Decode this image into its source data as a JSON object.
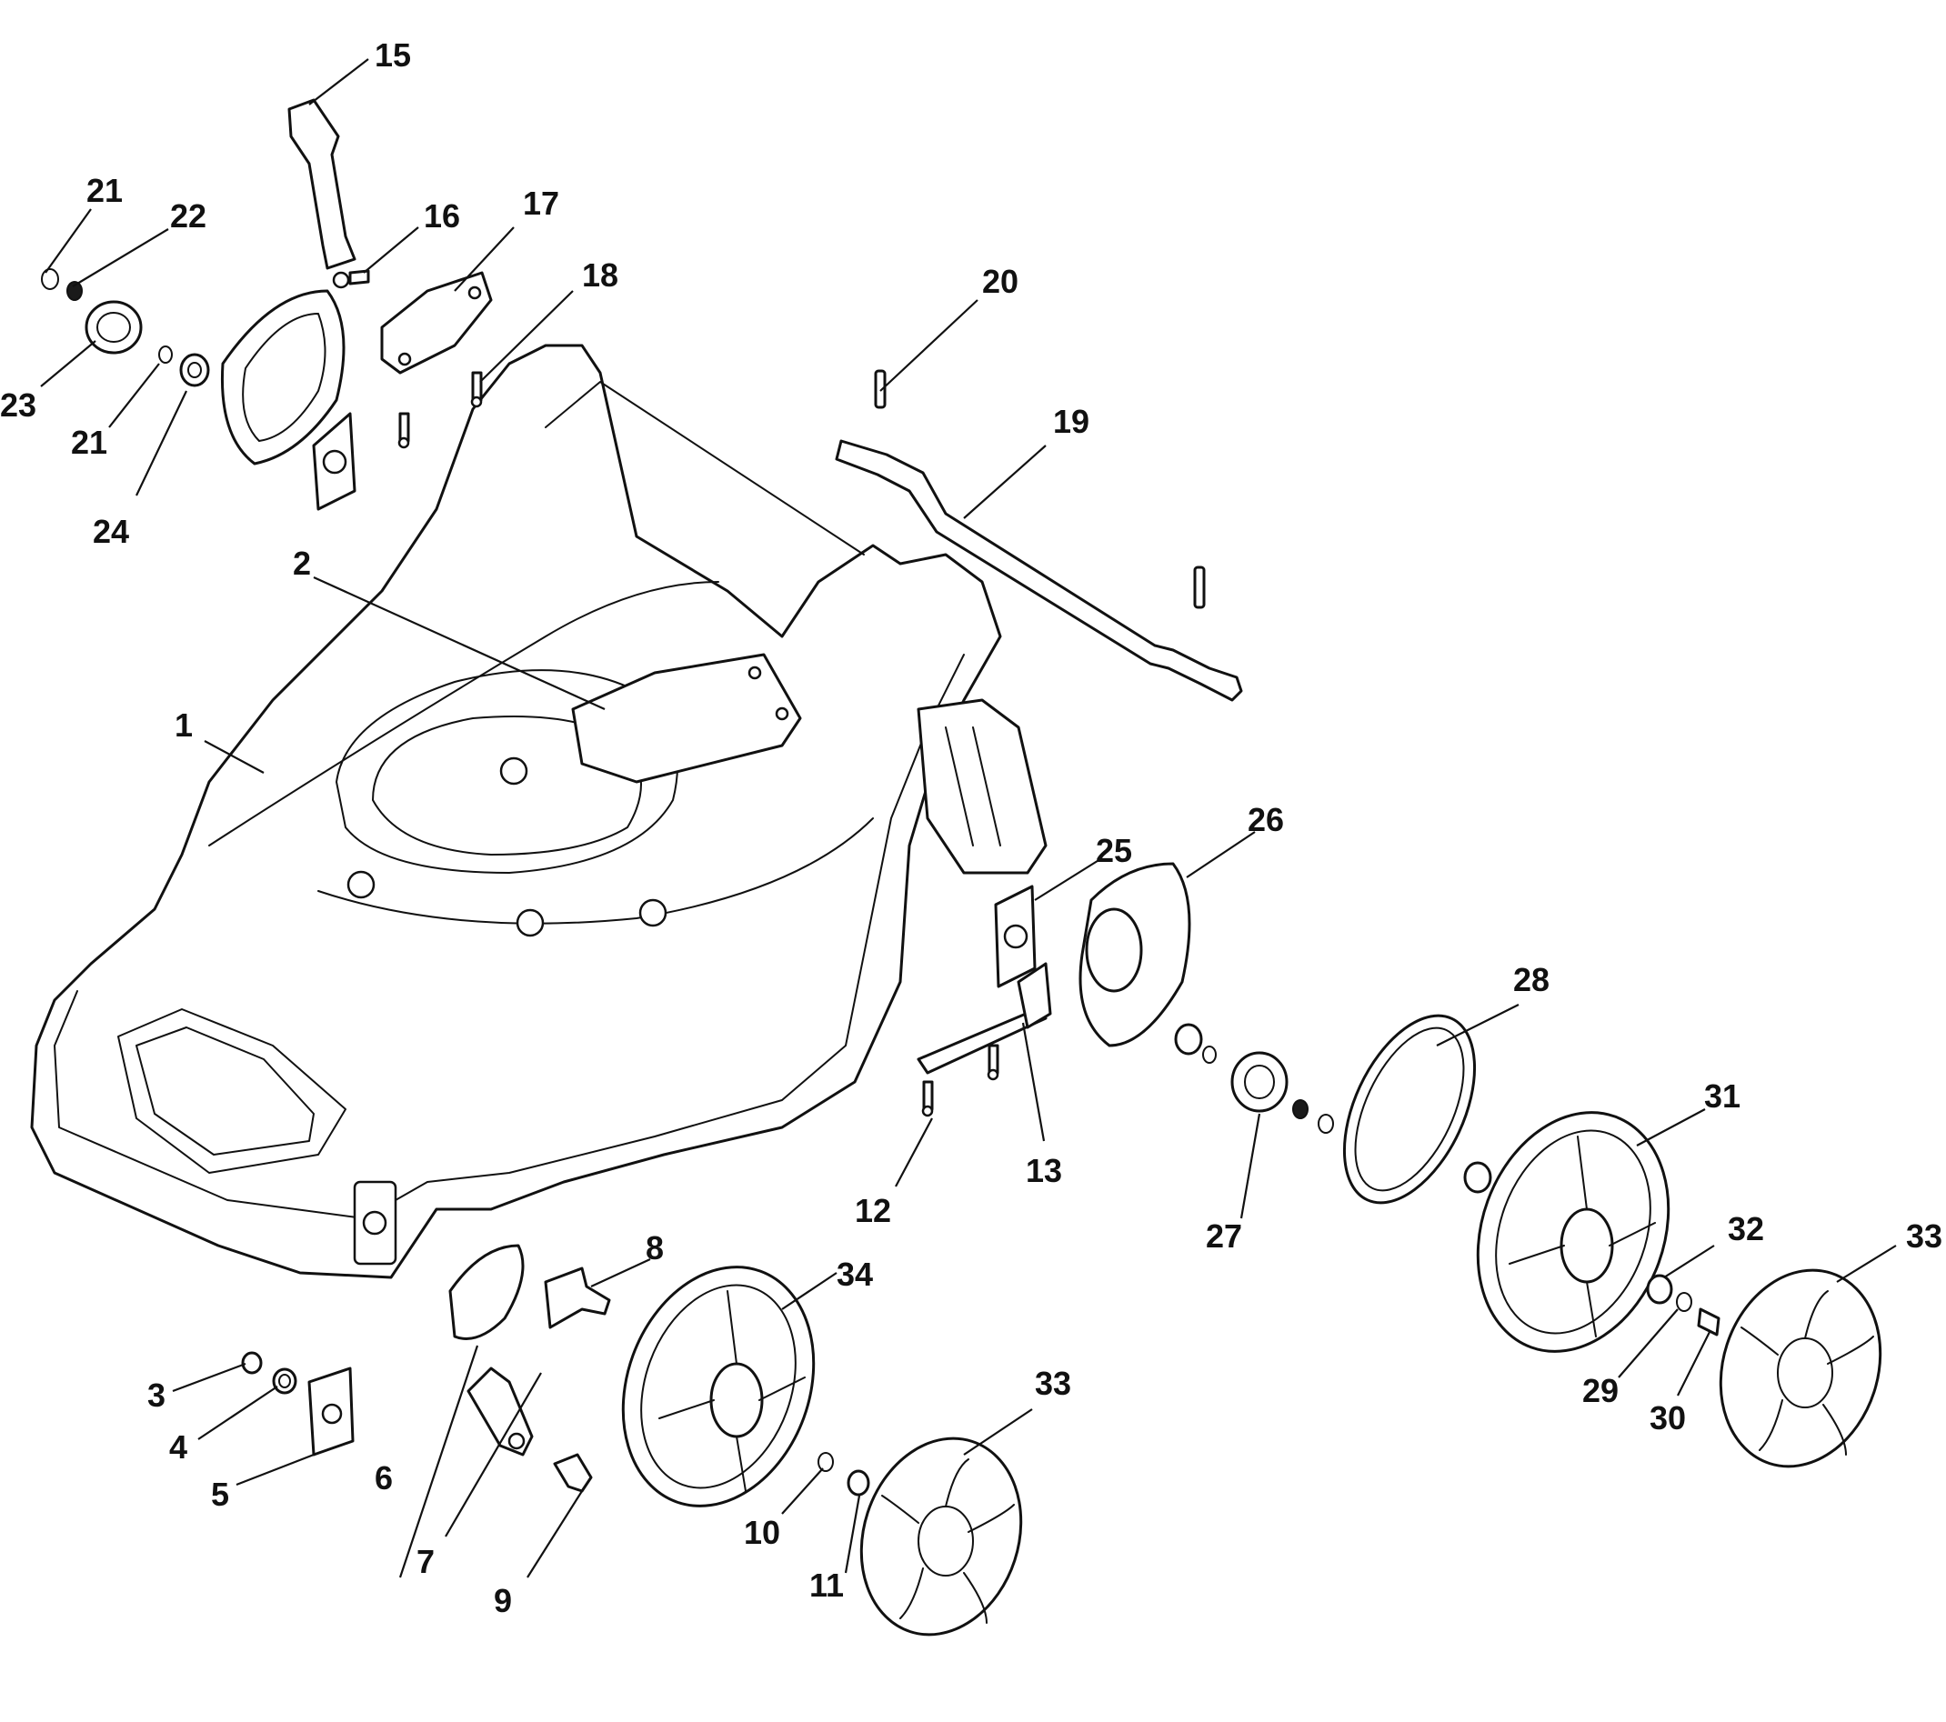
{
  "diagram": {
    "callouts": [
      {
        "id": "c15",
        "label": "15"
      },
      {
        "id": "c21a",
        "label": "21"
      },
      {
        "id": "c22",
        "label": "22"
      },
      {
        "id": "c16",
        "label": "16"
      },
      {
        "id": "c17",
        "label": "17"
      },
      {
        "id": "c18",
        "label": "18"
      },
      {
        "id": "c23",
        "label": "23"
      },
      {
        "id": "c21b",
        "label": "21"
      },
      {
        "id": "c24",
        "label": "24"
      },
      {
        "id": "c20",
        "label": "20"
      },
      {
        "id": "c19",
        "label": "19"
      },
      {
        "id": "c2",
        "label": "2"
      },
      {
        "id": "c1",
        "label": "1"
      },
      {
        "id": "c26",
        "label": "26"
      },
      {
        "id": "c25",
        "label": "25"
      },
      {
        "id": "c28",
        "label": "28"
      },
      {
        "id": "c31",
        "label": "31"
      },
      {
        "id": "c13",
        "label": "13"
      },
      {
        "id": "c12",
        "label": "12"
      },
      {
        "id": "c27",
        "label": "27"
      },
      {
        "id": "c32",
        "label": "32"
      },
      {
        "id": "c33a",
        "label": "33"
      },
      {
        "id": "c8",
        "label": "8"
      },
      {
        "id": "c34",
        "label": "34"
      },
      {
        "id": "c3",
        "label": "3"
      },
      {
        "id": "c4",
        "label": "4"
      },
      {
        "id": "c5",
        "label": "5"
      },
      {
        "id": "c6",
        "label": "6"
      },
      {
        "id": "c7",
        "label": "7"
      },
      {
        "id": "c9",
        "label": "9"
      },
      {
        "id": "c33b",
        "label": "33"
      },
      {
        "id": "c10",
        "label": "10"
      },
      {
        "id": "c11",
        "label": "11"
      },
      {
        "id": "c29",
        "label": "29"
      },
      {
        "id": "c30",
        "label": "30"
      }
    ]
  }
}
